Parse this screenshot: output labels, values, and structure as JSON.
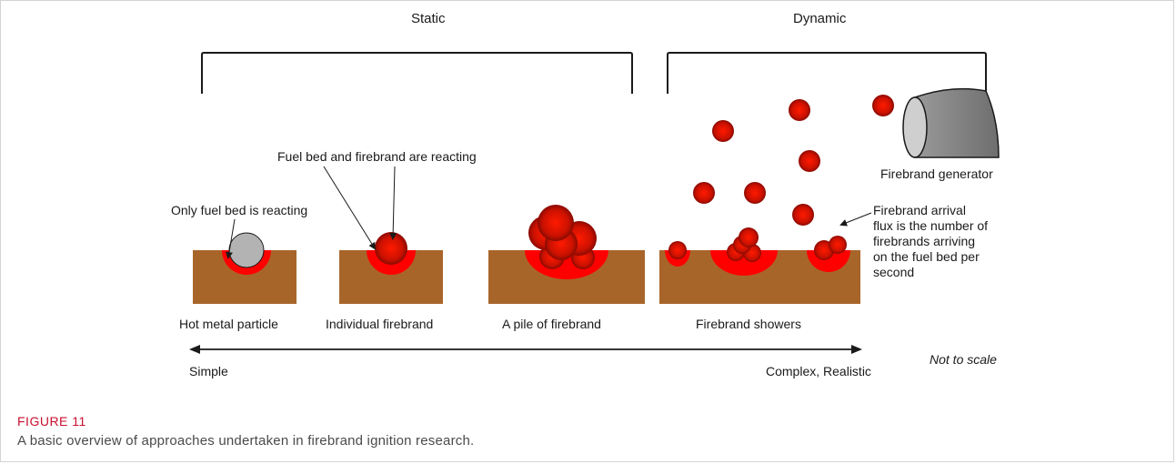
{
  "figure": {
    "label": "FIGURE 11",
    "caption": "A basic overview of approaches undertaken in firebrand ignition research."
  },
  "brackets": {
    "static_label": "Static",
    "dynamic_label": "Dynamic"
  },
  "annotations": {
    "only_fuel_bed": "Only fuel bed is reacting",
    "fuel_and_firebrand": "Fuel bed and firebrand are reacting",
    "generator": "Firebrand generator",
    "flux_lines": [
      "Firebrand arrival",
      "flux is the number of",
      "firebrands arriving",
      "on the fuel bed per",
      "second"
    ]
  },
  "scenarios": [
    {
      "label": "Hot metal particle"
    },
    {
      "label": "Individual firebrand"
    },
    {
      "label": "A pile of firebrand"
    },
    {
      "label": "Firebrand showers"
    }
  ],
  "axis": {
    "left_label": "Simple",
    "right_label": "Complex, Realistic",
    "note": "Not to scale"
  },
  "colors": {
    "fuel_bed": "#a8652a",
    "reacting": "#ff0000",
    "firebrand": "#cc1100",
    "metal_particle": "#b3b3b3",
    "generator": "#808080",
    "caption_label": "#c8102e"
  }
}
